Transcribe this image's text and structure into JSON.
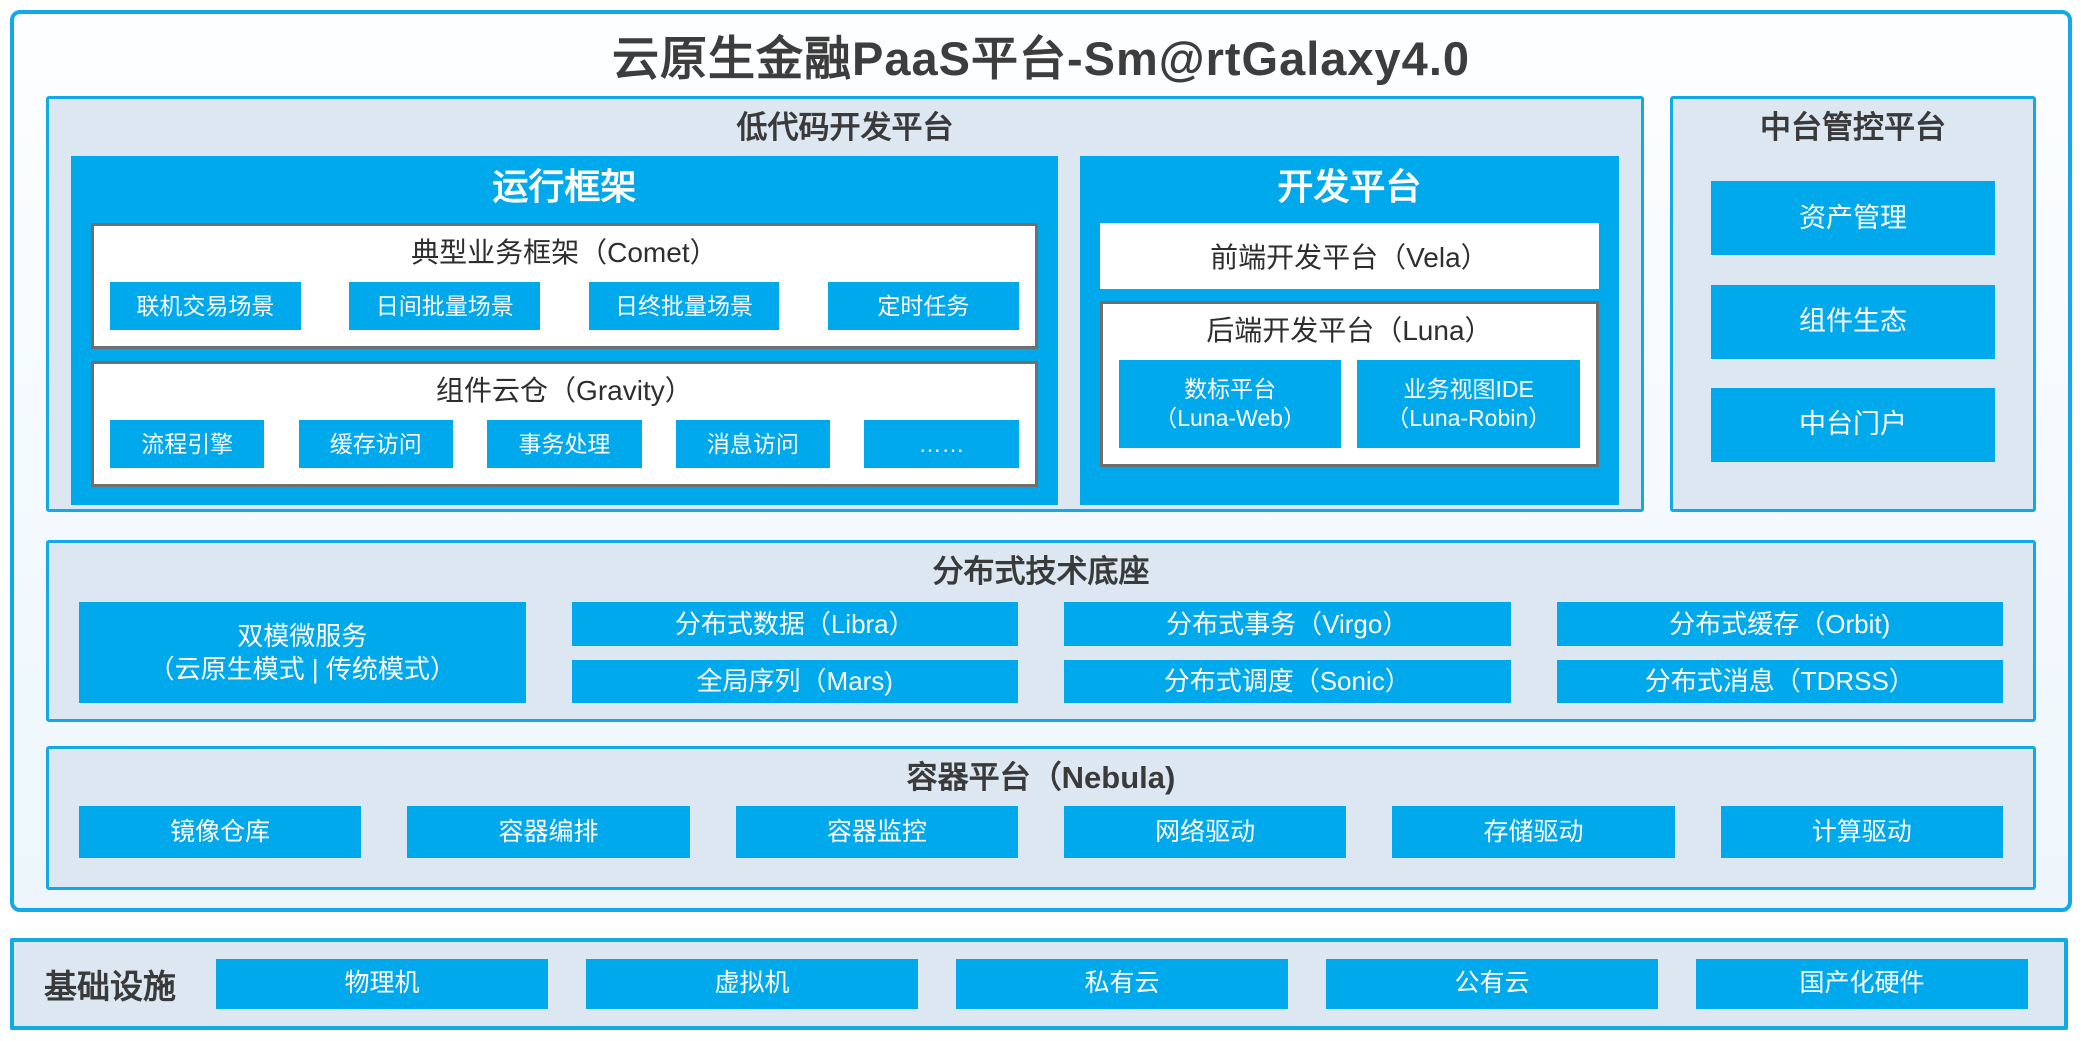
{
  "title": "云原生金融PaaS平台-Sm@rtGalaxy4.0",
  "colors": {
    "primary_blue": "#00a8ec",
    "frame_border": "#12a9e9",
    "section_bg": "#dce7f2",
    "box_border_gray": "#6f6f6f",
    "dark_text": "#3d3d3d",
    "white": "#ffffff"
  },
  "low_code": {
    "title": "低代码开发平台",
    "runtime": {
      "title": "运行框架",
      "comet": {
        "title": "典型业务框架（Comet）",
        "items": [
          "联机交易场景",
          "日间批量场景",
          "日终批量场景",
          "定时任务"
        ]
      },
      "gravity": {
        "title": "组件云仓（Gravity）",
        "items": [
          "流程引擎",
          "缓存访问",
          "事务处理",
          "消息访问",
          "……"
        ]
      }
    },
    "dev": {
      "title": "开发平台",
      "vela": "前端开发平台（Vela）",
      "luna": {
        "title": "后端开发平台（Luna）",
        "items": [
          {
            "line1": "数标平台",
            "line2": "（Luna-Web）"
          },
          {
            "line1": "业务视图IDE",
            "line2": "（Luna-Robin）"
          }
        ]
      }
    }
  },
  "mid_platform": {
    "title": "中台管控平台",
    "items": [
      "资产管理",
      "组件生态",
      "中台门户"
    ]
  },
  "distributed": {
    "title": "分布式技术底座",
    "dual_mode": {
      "line1": "双模微服务",
      "line2": "（云原生模式 | 传统模式）"
    },
    "columns": [
      [
        "分布式数据（Libra）",
        "全局序列（Mars)"
      ],
      [
        "分布式事务（Virgo）",
        "分布式调度（Sonic）"
      ],
      [
        "分布式缓存（Orbit)",
        "分布式消息（TDRSS）"
      ]
    ]
  },
  "container_platform": {
    "title": "容器平台（Nebula)",
    "items": [
      "镜像仓库",
      "容器编排",
      "容器监控",
      "网络驱动",
      "存储驱动",
      "计算驱动"
    ]
  },
  "infrastructure": {
    "title": "基础设施",
    "items": [
      "物理机",
      "虚拟机",
      "私有云",
      "公有云",
      "国产化硬件"
    ]
  }
}
